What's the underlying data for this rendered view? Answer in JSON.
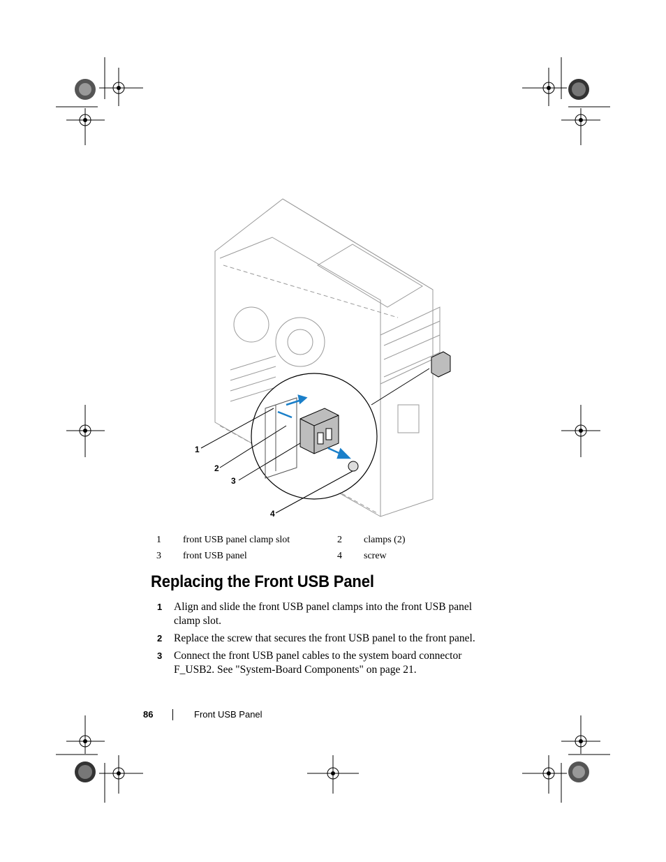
{
  "figure": {
    "callouts": [
      "1",
      "2",
      "3",
      "4"
    ]
  },
  "legend": [
    {
      "num": "1",
      "label": "front USB panel clamp slot",
      "num2": "2",
      "label2": "clamps (2)"
    },
    {
      "num": "3",
      "label": "front USB panel",
      "num2": "4",
      "label2": "screw"
    }
  ],
  "section": {
    "title": "Replacing the Front USB Panel",
    "steps": [
      {
        "num": "1",
        "text": "Align and slide the front USB panel clamps into the front USB panel clamp slot."
      },
      {
        "num": "2",
        "text": "Replace the screw that secures the front USB panel to the front panel."
      },
      {
        "num": "3",
        "text": "Connect the front USB panel cables to the system board connector F_USB2. See \"System-Board Components\" on page 21."
      }
    ]
  },
  "footer": {
    "page_number": "86",
    "chapter": "Front USB Panel"
  },
  "colors": {
    "arrow": "#1a7fc9",
    "line": "#9a9a9a"
  }
}
